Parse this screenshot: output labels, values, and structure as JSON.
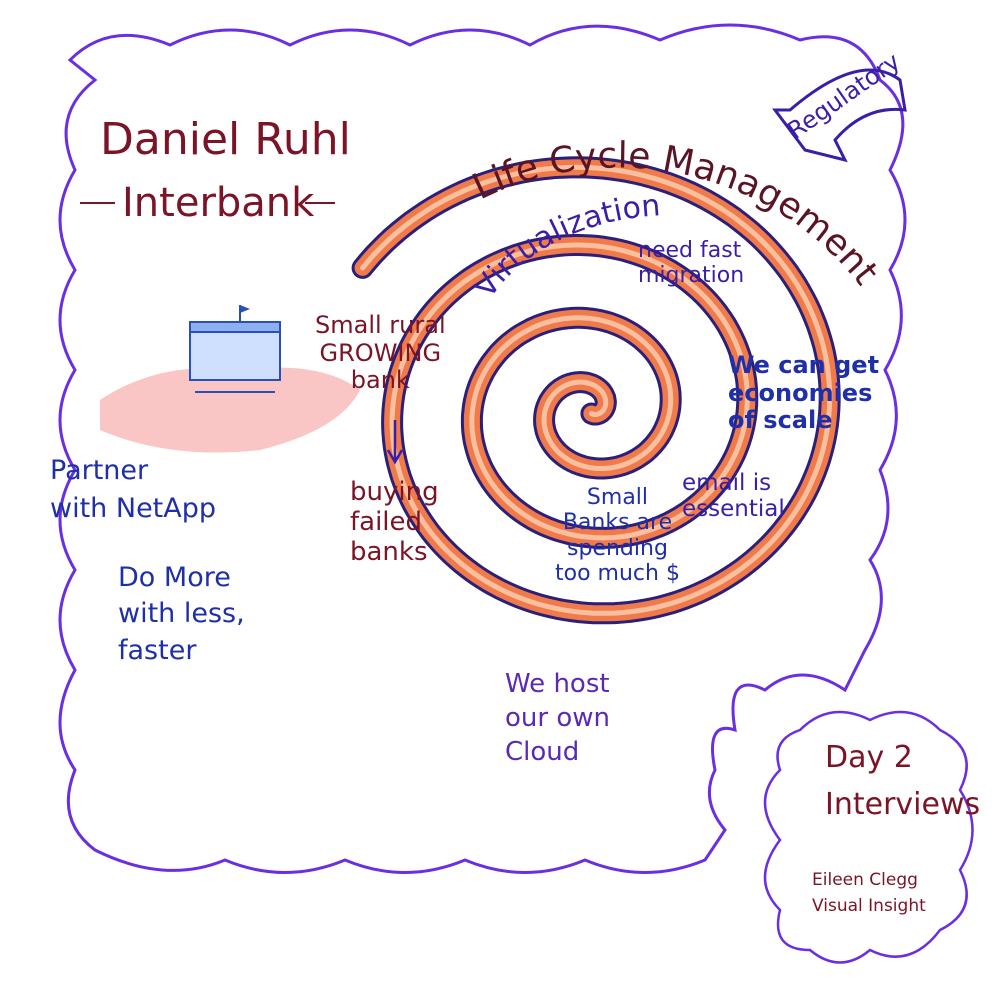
{
  "speaker": {
    "name": "Daniel Ruhl",
    "company": "Interbank"
  },
  "spiral": {
    "outer_label": "Life Cycle Management",
    "inner_label": "Virtualization",
    "arrow_label": "Regulatory"
  },
  "notes": {
    "fast_migration": "need fast\nmigration",
    "economies": "We can get\neconomies\nof scale",
    "email": "email is\nessential",
    "small_banks": "Small\nBanks are\nspending\ntoo much $",
    "rural_bank": "Small rural\nGROWING\nbank",
    "buying": "buying\nfailed\nbanks",
    "partner": "Partner\nwith NetApp",
    "do_more": "Do More\nwith less,\nfaster",
    "cloud": "We host\nour own\nCloud"
  },
  "corner": {
    "title": "Day 2\nInterviews",
    "signature": "Eileen Clegg\nVisual Insight"
  },
  "colors": {
    "border": "#6a2fe0",
    "red_ink": "#7a1426",
    "blue_ink": "#1f2fa8",
    "spiral_orange": "#f07a4a",
    "spiral_navy": "#2a1f7a"
  }
}
